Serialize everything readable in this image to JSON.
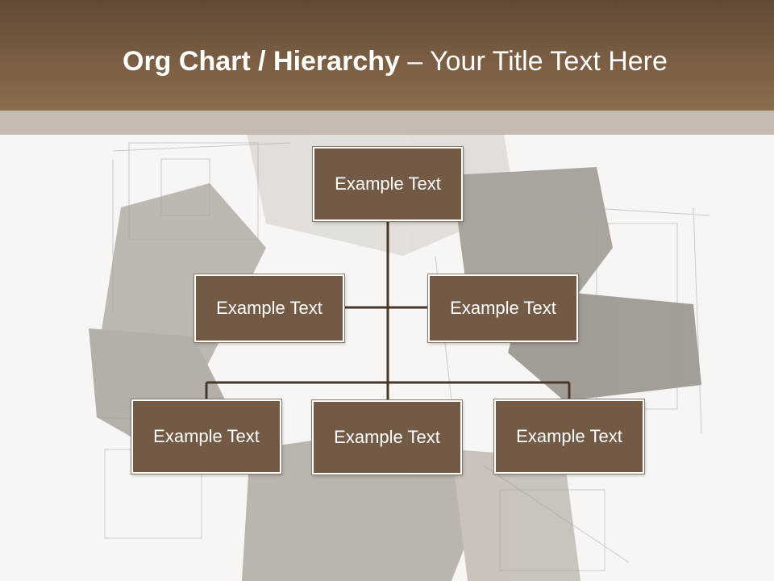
{
  "slide": {
    "title_bold": "Org Chart / Hierarchy",
    "title_separator": " – ",
    "title_rest": "Your Title Text Here"
  },
  "org_chart": {
    "root": {
      "label": "Example Text"
    },
    "assistants": [
      {
        "label": "Example Text"
      },
      {
        "label": "Example Text"
      }
    ],
    "children": [
      {
        "label": "Example Text"
      },
      {
        "label": "Example Text"
      },
      {
        "label": "Example Text"
      }
    ]
  },
  "colors": {
    "header": "#7a5e43",
    "subband": "#c6bbb1",
    "node_fill": "#735a44",
    "node_border": "#ffffff",
    "connector": "#4a3626",
    "background": "#f7f6f4"
  }
}
